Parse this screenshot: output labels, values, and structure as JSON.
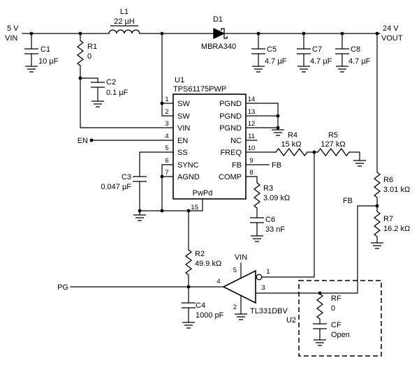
{
  "nets": {
    "vin_voltage": "5 V",
    "vin_name": "VIN",
    "vout_voltage": "24 V",
    "vout_name": "VOUT",
    "en": "EN",
    "pg": "PG",
    "fb_pin9": "FB",
    "fb_divider": "FB"
  },
  "components": {
    "L1": {
      "ref": "L1",
      "value": "22 µH"
    },
    "D1": {
      "ref": "D1",
      "value": "MBRA340"
    },
    "C1": {
      "ref": "C1",
      "value": "10 µF"
    },
    "C2": {
      "ref": "C2",
      "value": "0.1 µF"
    },
    "C3": {
      "ref": "C3",
      "value": "0.047 µF"
    },
    "C4": {
      "ref": "C4",
      "value": "1000 pF"
    },
    "C5": {
      "ref": "C5",
      "value": "4.7 µF"
    },
    "C6": {
      "ref": "C6",
      "value": "33 nF"
    },
    "C7": {
      "ref": "C7",
      "value": "4.7 µF"
    },
    "C8": {
      "ref": "C8",
      "value": "4.7 µF"
    },
    "R1": {
      "ref": "R1",
      "value": "0"
    },
    "R2": {
      "ref": "R2",
      "value": "49.9 kΩ"
    },
    "R3": {
      "ref": "R3",
      "value": "3.09 kΩ"
    },
    "R4": {
      "ref": "R4",
      "value": "15 kΩ"
    },
    "R5": {
      "ref": "R5",
      "value": "127 kΩ"
    },
    "R6": {
      "ref": "R6",
      "value": "3.01 kΩ"
    },
    "R7": {
      "ref": "R7",
      "value": "16.2 kΩ"
    },
    "RF": {
      "ref": "RF",
      "value": "0"
    },
    "CF": {
      "ref": "CF",
      "value": "Open"
    }
  },
  "u1": {
    "ref": "U1",
    "part": "TPS61175PWP",
    "left_pins": [
      {
        "num": "1",
        "name": "SW"
      },
      {
        "num": "2",
        "name": "SW"
      },
      {
        "num": "3",
        "name": "VIN"
      },
      {
        "num": "4",
        "name": "EN"
      },
      {
        "num": "5",
        "name": "SS"
      },
      {
        "num": "6",
        "name": "SYNC"
      },
      {
        "num": "7",
        "name": "AGND"
      }
    ],
    "right_pins": [
      {
        "num": "14",
        "name": "PGND"
      },
      {
        "num": "13",
        "name": "PGND"
      },
      {
        "num": "12",
        "name": "PGND"
      },
      {
        "num": "11",
        "name": "NC"
      },
      {
        "num": "10",
        "name": "FREQ"
      },
      {
        "num": "9",
        "name": "FB"
      },
      {
        "num": "8",
        "name": "COMP"
      }
    ],
    "pad_pin": {
      "num": "15",
      "name": "PwPd"
    }
  },
  "u2": {
    "ref": "U2",
    "part": "TL331DBV",
    "vcc_label": "VIN",
    "pin_out": "4",
    "pin_in_top": "1",
    "pin_in_bottom": "3",
    "pin_vcc": "5",
    "pin_gnd": "2"
  }
}
